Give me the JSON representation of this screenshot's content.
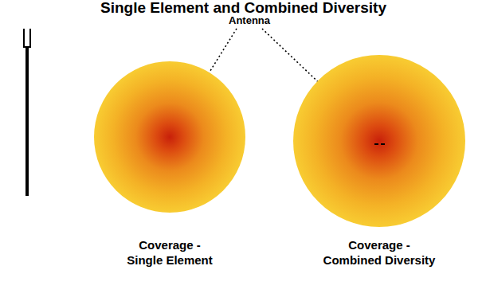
{
  "diagram": {
    "title": "Single Element and Combined Diversity",
    "nodes": [
      {
        "text": [
          "Coverage - Single Element"
        ]
      },
      {
        "text": [
          "Coverage - Combined Diversity"
        ]
      }
    ],
    "labels": [
      "Antenna"
    ]
  }
}
